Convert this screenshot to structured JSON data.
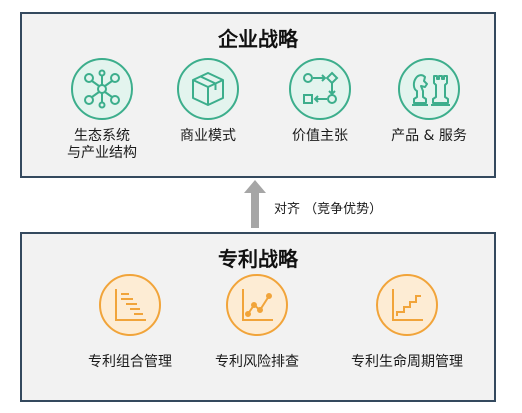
{
  "top": {
    "title": "企业战略",
    "items": [
      {
        "line1": "生态系统",
        "line2": "与产业结构",
        "icon": "network-icon"
      },
      {
        "line1": "商业模式",
        "line2": "",
        "icon": "box-icon"
      },
      {
        "line1": "价值主张",
        "line2": "",
        "icon": "flow-icon"
      },
      {
        "line1": "产品 & 服务",
        "line2": "",
        "icon": "chess-icon"
      }
    ]
  },
  "arrow_label": "对齐 （竞争优势）",
  "bottom": {
    "title": "专利战略",
    "items": [
      {
        "label": "专利组合管理",
        "icon": "portfolio-chart-icon"
      },
      {
        "label": "专利风险排查",
        "icon": "line-chart-icon"
      },
      {
        "label": "专利生命周期管理",
        "icon": "staircase-chart-icon"
      }
    ]
  },
  "colors": {
    "frame": "#34495e",
    "panel_bg": "#f2f2f2",
    "green": "#3cae8c",
    "orange": "#f1a43a",
    "arrow": "#a6a6a6"
  }
}
